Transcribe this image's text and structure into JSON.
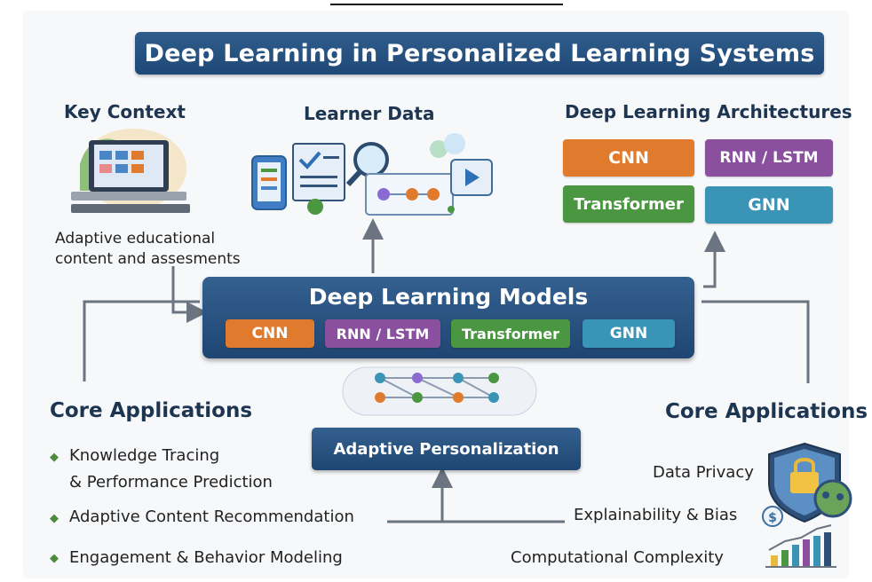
{
  "title": "Deep Learning in Personalized Learning Systems",
  "key_context": {
    "heading": "Key Context",
    "line1": "Adaptive educational",
    "line2": "content and assesments",
    "icon": "laptop-icon"
  },
  "learner_data": {
    "heading": "Learner Data",
    "icon": "learner-data-collage-icon"
  },
  "architectures": {
    "heading": "Deep Learning Architectures",
    "chips": [
      "CNN",
      "RNN / LSTM",
      "Transformer",
      "GNN"
    ]
  },
  "models": {
    "title": "Deep Learning Models",
    "chips": [
      "CNN",
      "RNN / LSTM",
      "Transformer",
      "GNN"
    ]
  },
  "network_icon": "neural-network-icon",
  "adaptive": {
    "label": "Adaptive Personalization"
  },
  "core_left": {
    "heading": "Core Applications",
    "items": [
      {
        "line1": "Knowledge Tracing",
        "line2": "& Performance Prediction"
      },
      {
        "line1": "Adaptive Content Recommendation"
      },
      {
        "line1": "Engagement & Behavior Modeling"
      }
    ]
  },
  "core_right": {
    "heading": "Core Applications",
    "items": [
      "Data Privacy",
      "Explainability & Bias",
      "Computational Complexity"
    ],
    "icons": [
      "shield-lock-icon",
      "dollar-coin-icon",
      "bar-chart-icon"
    ]
  },
  "colors": {
    "navy": "#1f4876",
    "cnn": "#e07b2d",
    "rnn": "#8a4f9e",
    "transformer": "#4b9640",
    "gnn": "#3a94b6",
    "arrow": "#6b7480"
  }
}
